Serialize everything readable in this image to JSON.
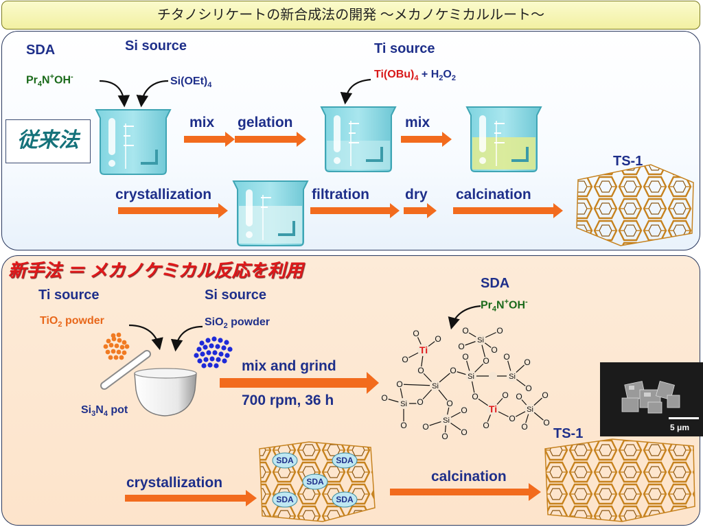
{
  "title": "チタノシリケートの新合成法の開発 ～メカノケミカルルート～",
  "conventional": {
    "method_label": "従来法",
    "sda_label": "SDA",
    "sda_formula": {
      "a": "Pr",
      "b": "4",
      "c": "N",
      "d": "+",
      "e": "OH",
      "f": "-"
    },
    "si_source_label": "Si source",
    "si_formula": {
      "a": "Si(OEt)",
      "b": "4"
    },
    "ti_source_label": "Ti source",
    "ti_formula": {
      "a": "Ti(OBu)",
      "b": "4",
      "c": " + H",
      "d": "2",
      "e": "O",
      "f": "2"
    },
    "steps": {
      "mix1": "mix",
      "gelation": "gelation",
      "mix2": "mix",
      "crystallization": "crystallization",
      "filtration": "filtration",
      "dry": "dry",
      "calcination": "calcination"
    },
    "product": "TS-1"
  },
  "new_method": {
    "title": "新手法 ＝ メカノケミカル反応を利用",
    "ti_source_label": "Ti source",
    "ti_powder": {
      "a": "TiO",
      "b": "2",
      "c": " powder"
    },
    "si_source_label": "Si source",
    "si_powder": {
      "a": "SiO",
      "b": "2",
      "c": " powder"
    },
    "pot_label": {
      "a": "Si",
      "b": "3",
      "c": "N",
      "d": "4",
      "e": " pot"
    },
    "mix_grind": "mix and grind",
    "conditions": "700 rpm, 36 h",
    "sda_label": "SDA",
    "sda_formula": {
      "a": "Pr",
      "b": "4",
      "c": "N",
      "d": "+",
      "e": "OH",
      "f": "-"
    },
    "structure_atoms": {
      "ti": "Ti",
      "si": "Si",
      "o": "O"
    },
    "sem_scale": "5 μm",
    "product": "TS-1",
    "template_label": "SDA",
    "crystallization": "crystallization",
    "calcination": "calcination"
  },
  "colors": {
    "arrow": "#f26b1d",
    "title_red": "#e0181a",
    "label_blue": "#1e2f8a",
    "formula_green": "#1a6a1a",
    "ti_orange": "#e8671a",
    "framework": "#c6821e"
  }
}
